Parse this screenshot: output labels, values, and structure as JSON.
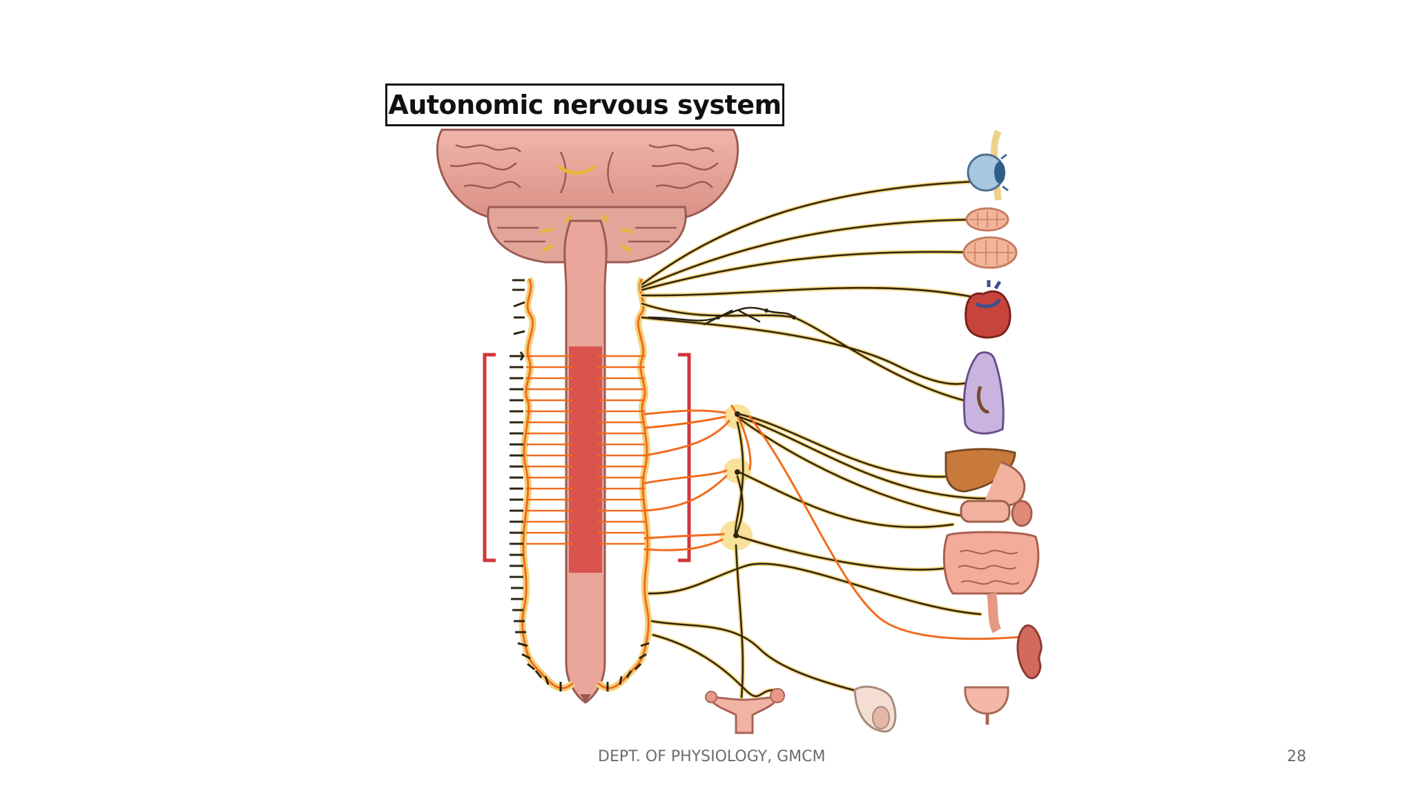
{
  "slide": {
    "title": "Autonomic nervous system",
    "footer": "DEPT. OF PHYSIOLOGY, GMCM",
    "page_number": "28"
  },
  "colors": {
    "brain": "#e7a79c",
    "cord": "#eaa69a",
    "thoracolumbar_segment": "#d9534f",
    "bracket": "#d0353b",
    "nerve_parasympathetic": "#2b2410",
    "nerve_sympathetic": "#f26b1d",
    "nerve_sheath": "#f3d27a",
    "ganglion": "#f7dc8a"
  },
  "organs": [
    {
      "id": "eye",
      "icon": "eye-icon"
    },
    {
      "id": "salivary-glands",
      "icon": "gland-icon"
    },
    {
      "id": "heart",
      "icon": "heart-icon"
    },
    {
      "id": "lung",
      "icon": "lung-icon"
    },
    {
      "id": "liver-stomach",
      "icon": "liver-icon"
    },
    {
      "id": "intestines",
      "icon": "intestine-icon"
    },
    {
      "id": "kidney",
      "icon": "kidney-icon"
    },
    {
      "id": "bladder",
      "icon": "bladder-icon"
    },
    {
      "id": "penis",
      "icon": "penis-icon"
    },
    {
      "id": "uterus",
      "icon": "uterus-icon"
    }
  ]
}
